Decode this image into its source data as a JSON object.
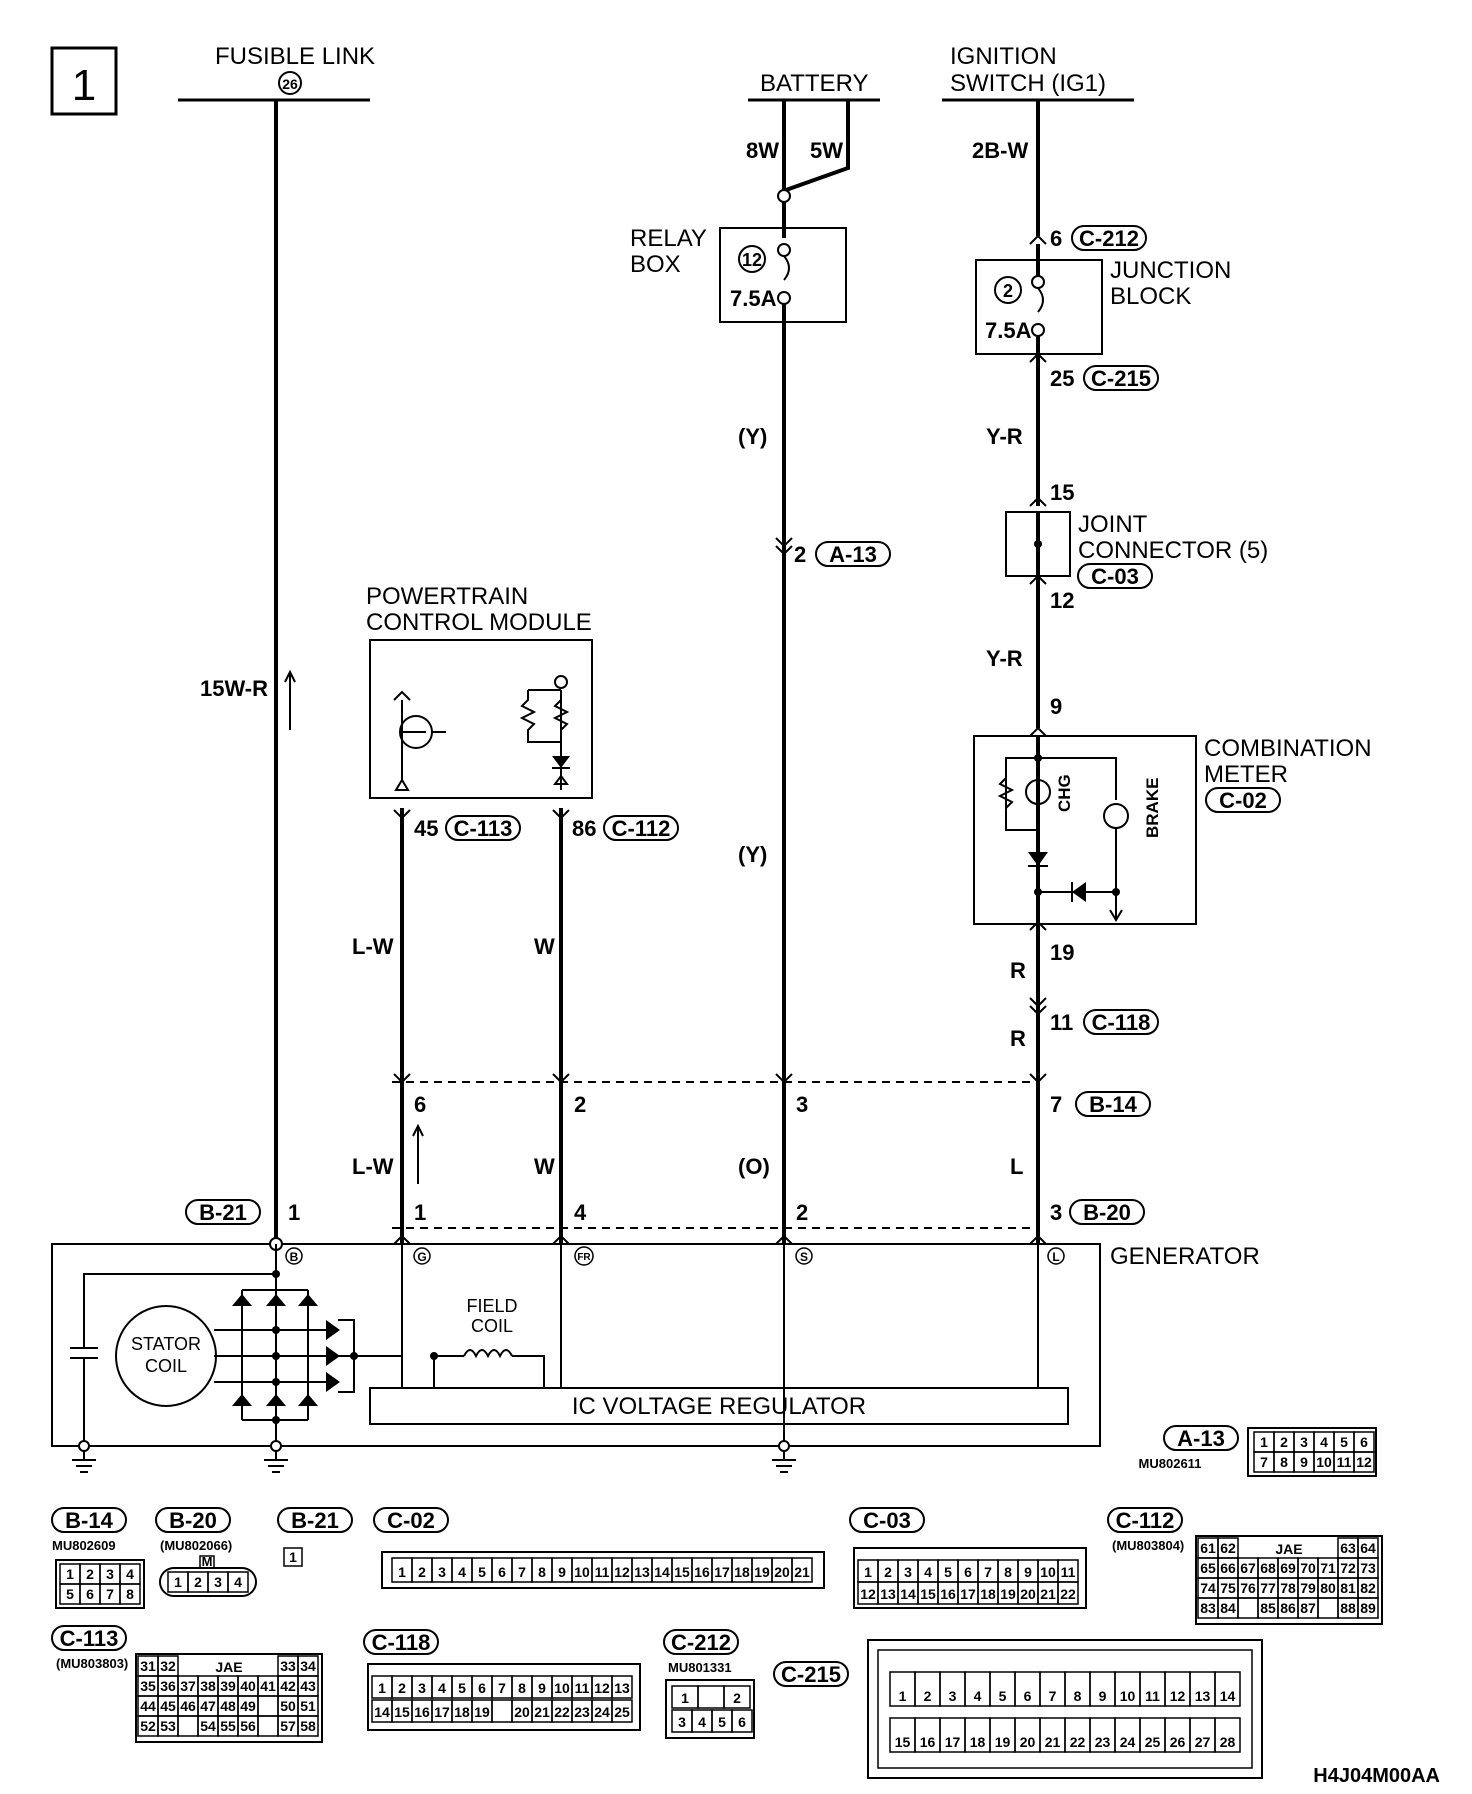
{
  "page_number": "1",
  "diagram_code": "H4J04M00AA",
  "power_sources": {
    "fusible_link": "FUSIBLE LINK",
    "fusible_link_no": "26",
    "battery": "BATTERY",
    "ignition_line1": "IGNITION",
    "ignition_line2": "SWITCH (IG1)"
  },
  "wire_codes": {
    "fl": "15W-R",
    "bat_a": "8W",
    "bat_b": "5W",
    "ig": "2B-W",
    "y1": "(Y)",
    "y2": "(Y)",
    "yr1": "Y-R",
    "yr2": "Y-R",
    "r1": "R",
    "r2": "R",
    "lw1": "L-W",
    "lw2": "L-W",
    "w1": "W",
    "w2": "W",
    "o": "(O)",
    "l": "L"
  },
  "relay_box": {
    "line1": "RELAY",
    "line2": "BOX",
    "fuse_no": "12",
    "rating": "7.5A"
  },
  "junction_block": {
    "line1": "JUNCTION",
    "line2": "BLOCK",
    "fuse_no": "2",
    "rating": "7.5A"
  },
  "joint_connector": {
    "line1": "JOINT",
    "line2": "CONNECTOR (5)",
    "connector": "C-03"
  },
  "pcm": {
    "line1": "POWERTRAIN",
    "line2": "CONTROL MODULE"
  },
  "combination_meter": {
    "line1": "COMBINATION",
    "line2": "METER",
    "connector": "C-02",
    "chg": "CHG",
    "brake": "BRAKE"
  },
  "pins": {
    "c212_pin": "6",
    "c212": "C-212",
    "c215_pin": "25",
    "c215": "C-215",
    "jc_in": "15",
    "jc_out": "12",
    "meter_in": "9",
    "meter_out": "19",
    "a13_pin": "2",
    "a13": "A-13",
    "c113_pin": "45",
    "c113": "C-113",
    "c112_pin": "86",
    "c112": "C-112",
    "c118_pin": "11",
    "c118": "C-118",
    "b14_p1": "6",
    "b14_p2": "2",
    "b14_p3": "3",
    "b14_p4": "7",
    "b14": "B-14",
    "b20_p1": "1",
    "b20_p2": "4",
    "b20_p3": "2",
    "b20_p4": "3",
    "b20": "B-20",
    "b21": "B-21",
    "b21_pin": "1"
  },
  "generator": {
    "title": "GENERATOR",
    "stator_line1": "STATOR",
    "stator_line2": "COIL",
    "field_line1": "FIELD",
    "field_line2": "COIL",
    "regulator": "IC VOLTAGE REGULATOR",
    "term_b": "B",
    "term_g": "G",
    "term_fr": "FR",
    "term_s": "S",
    "term_l": "L"
  },
  "connector_views": {
    "a13": {
      "name": "A-13",
      "part": "MU802611",
      "row1": [
        "1",
        "2",
        "3",
        "4",
        "5",
        "6"
      ],
      "row2": [
        "7",
        "8",
        "9",
        "10",
        "11",
        "12"
      ]
    },
    "b14": {
      "name": "B-14",
      "part": "MU802609",
      "row1": [
        "1",
        "2",
        "3",
        "4"
      ],
      "row2": [
        "5",
        "6",
        "7",
        "8"
      ]
    },
    "b20": {
      "name": "B-20",
      "part": "(MU802066)",
      "pins": [
        "1",
        "2",
        "3",
        "4"
      ],
      "key": "M"
    },
    "b21": {
      "name": "B-21",
      "pin": "1"
    },
    "c02": {
      "name": "C-02",
      "pins": [
        "1",
        "2",
        "3",
        "4",
        "5",
        "6",
        "7",
        "8",
        "9",
        "10",
        "11",
        "12",
        "13",
        "14",
        "15",
        "16",
        "17",
        "18",
        "19",
        "20",
        "21"
      ]
    },
    "c03": {
      "name": "C-03",
      "row1": [
        "1",
        "2",
        "3",
        "4",
        "5",
        "6",
        "7",
        "8",
        "9",
        "10",
        "11"
      ],
      "row2": [
        "12",
        "13",
        "14",
        "15",
        "16",
        "17",
        "18",
        "19",
        "20",
        "21",
        "22"
      ]
    },
    "c112": {
      "name": "C-112",
      "part": "(MU803804)",
      "maker": "JAE",
      "row1": [
        "61",
        "62",
        "",
        "",
        "",
        "",
        "63",
        "64"
      ],
      "row2": [
        "65",
        "66",
        "67",
        "68",
        "69",
        "70",
        "71",
        "72",
        "73"
      ],
      "row3": [
        "74",
        "75",
        "76",
        "77",
        "78",
        "79",
        "80",
        "81",
        "82"
      ],
      "row4": [
        "83",
        "84",
        "",
        "85",
        "86",
        "87",
        "",
        "88",
        "89"
      ]
    },
    "c113": {
      "name": "C-113",
      "part": "(MU803803)",
      "maker": "JAE",
      "row1": [
        "31",
        "32",
        "",
        "",
        "",
        "",
        "33",
        "34"
      ],
      "row2": [
        "35",
        "36",
        "37",
        "38",
        "39",
        "40",
        "41",
        "42",
        "43"
      ],
      "row3": [
        "44",
        "45",
        "46",
        "47",
        "48",
        "49",
        "",
        "50",
        "51"
      ],
      "row4": [
        "52",
        "53",
        "",
        "54",
        "55",
        "56",
        "",
        "57",
        "58"
      ]
    },
    "c118": {
      "name": "C-118",
      "row1": [
        "1",
        "2",
        "3",
        "4",
        "5",
        "6",
        "7",
        "8",
        "9",
        "10",
        "11",
        "12",
        "13"
      ],
      "row2": [
        "14",
        "15",
        "16",
        "17",
        "18",
        "19",
        "",
        "20",
        "21",
        "22",
        "23",
        "24",
        "25"
      ]
    },
    "c212": {
      "name": "C-212",
      "part": "MU801331",
      "row1": [
        "1",
        "",
        "2"
      ],
      "row2": [
        "3",
        "4",
        "5",
        "6"
      ]
    },
    "c215": {
      "name": "C-215",
      "row1": [
        "1",
        "2",
        "3",
        "4",
        "5",
        "6",
        "7",
        "8",
        "9",
        "10",
        "11",
        "12",
        "13",
        "14"
      ],
      "row2": [
        "15",
        "16",
        "17",
        "18",
        "19",
        "20",
        "21",
        "22",
        "23",
        "24",
        "25",
        "26",
        "27",
        "28"
      ]
    }
  }
}
